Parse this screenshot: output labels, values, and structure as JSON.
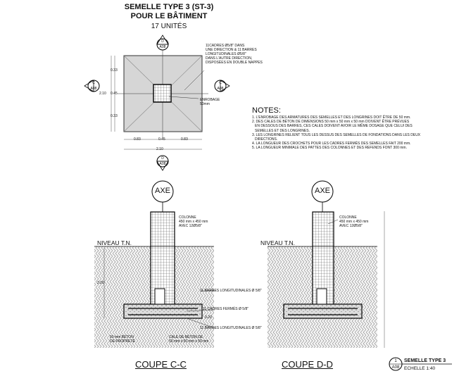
{
  "header": {
    "title": "SEMELLE TYPE 3 (ST-3)",
    "subtitle": "POUR LE BÂTIMENT",
    "units": "17 UNITÉS"
  },
  "plan": {
    "rebar_note": [
      "11CADRES Ø5/8\" DANS",
      "UNE DIRECTION & 11 BARRES",
      "LONGITUDINALES Ø5/8\"",
      "DANS L'AUTRE DIRECTION,",
      "DISPOSÉES EN DOUBLE NAPPES"
    ],
    "cover_note": [
      "ENROBAGE",
      "50mm"
    ],
    "dim_total": "2.10",
    "dim_parts": [
      "0.83",
      "0.45",
      "0.83"
    ],
    "dim_side_parts": [
      "0.33",
      "0.45",
      "0.33"
    ],
    "dim_side_total": "2.10",
    "markers": {
      "top": {
        "letter": "D",
        "sheet": "A08"
      },
      "bottom": {
        "letter": "D",
        "sheet": "A08"
      },
      "left": {
        "letter": "C",
        "sheet": "A08"
      },
      "right": {
        "letter": "C",
        "sheet": "A08"
      }
    }
  },
  "notes": {
    "heading": "NOTES:",
    "items": [
      "1. L'ENROBAGE DES ARMATURES DES SEMELLES ET DES LONGRINES DOIT ÊTRE DE 50 mm.",
      "2. DES CALES DE BÉTON DE DIMENSIONS 50 mm x 50 mm x 50 mm DOIVENT ÊTRE PRÉVUES",
      "EN DESSOUS DES BARRES, CES CALES DOIVENT AVOIR LE MÊME DOSAGE QUE CELUI DES",
      "SEMELLES ET DES LONGRINES.",
      "3. LES LONGRINES RELIENT TOUS LES DESSUS DES SEMELLES DE FONDATIONS DANS LES DEUX",
      "DIRECTIONS.",
      "4. LA LONGUEUR DES CROCHETS POUR LES CADRES FERMÉS DES SEMELLES FAIT 200 mm.",
      "5. LA LONGUEUR MINIMALE DES PATTES DES COLONNES ET DES REFENDS FONT 300 mm."
    ]
  },
  "sections": {
    "axe": "AXE",
    "niveau": "NIVEAU T.N.",
    "colonne": [
      "COLONNE",
      "450 mm x 450 mm",
      "AVEC 12Ø5/8\""
    ],
    "long_bars": "11 BARRES LONGITUDINALES Ø 5/8\"",
    "cadres": "11 CADRES FERMÉS Ø 5/8\"",
    "long_bars_bottom": "11 BARRES LONGITUDINALES Ø 5/8\"",
    "dim_depth": "2.00",
    "dim_slab": "0.20",
    "beton_proprete": [
      "50 mm BÉTON",
      "DE PROPRETÉ"
    ],
    "cale": [
      "CALE DE BÉTON DE",
      "50 mm x 50 mm x 50 mm"
    ],
    "coupe_c": "COUPE C-C",
    "coupe_d": "COUPE D-D"
  },
  "title_block": {
    "number": "1",
    "sheet": "A08",
    "name": "SEMELLE TYPE 3",
    "scale": "ECHELLE  1:40"
  }
}
